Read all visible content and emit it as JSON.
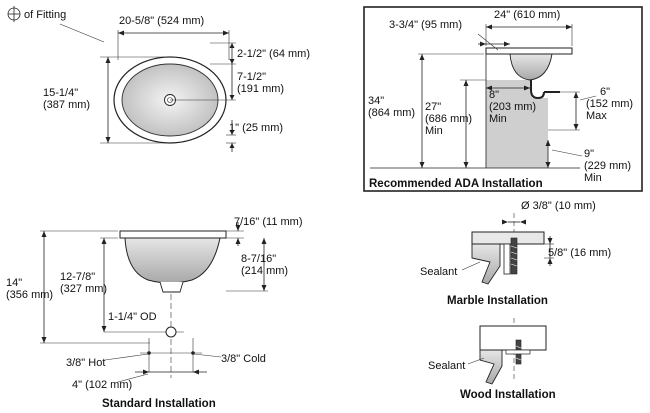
{
  "top_view": {
    "centerline_label": "of Fitting",
    "width": "20-5/8\" (524 mm)",
    "depth_line1": "15-1/4\"",
    "depth_line2": "(387 mm)",
    "dim_a": "2-1/2\" (64 mm)",
    "dim_b_line1": "7-1/2\"",
    "dim_b_line2": "(191 mm)",
    "dim_c": "1\" (25 mm)"
  },
  "ada": {
    "caption": "Recommended ADA Installation",
    "width": "24\" (610 mm)",
    "offset": "3-3/4\" (95 mm)",
    "h34_line1": "34\"",
    "h34_line2": "(864 mm)",
    "h27_line1": "27\"",
    "h27_line2": "(686 mm)",
    "h27_line3": "Min",
    "d8_line1": "8\"",
    "d8_line2": "(203 mm)",
    "d8_line3": "Min",
    "d6_line1": "6\"",
    "d6_line2": "(152 mm)",
    "d6_line3": "Max",
    "d9_line1": "9\"",
    "d9_line2": "(229 mm)",
    "d9_line3": "Min"
  },
  "standard": {
    "caption": "Standard Installation",
    "rim": "7/16\" (11 mm)",
    "bowl_line1": "8-7/16\"",
    "bowl_line2": "(214 mm)",
    "h14_line1": "14\"",
    "h14_line2": "(356 mm)",
    "h12_line1": "12-7/8\"",
    "h12_line2": "(327 mm)",
    "drain": "1-1/4\" OD",
    "hot": "3/8\" Hot",
    "cold": "3/8\" Cold",
    "spacing": "4\" (102 mm)"
  },
  "marble": {
    "caption": "Marble Installation",
    "hole": "Ø 3/8\" (10 mm)",
    "thickness": "5/8\" (16 mm)",
    "sealant": "Sealant"
  },
  "wood": {
    "caption": "Wood Installation",
    "sealant": "Sealant"
  },
  "colors": {
    "line": "#222222",
    "shade": "#cfcfcf",
    "bowl": "#d9d9d9"
  }
}
